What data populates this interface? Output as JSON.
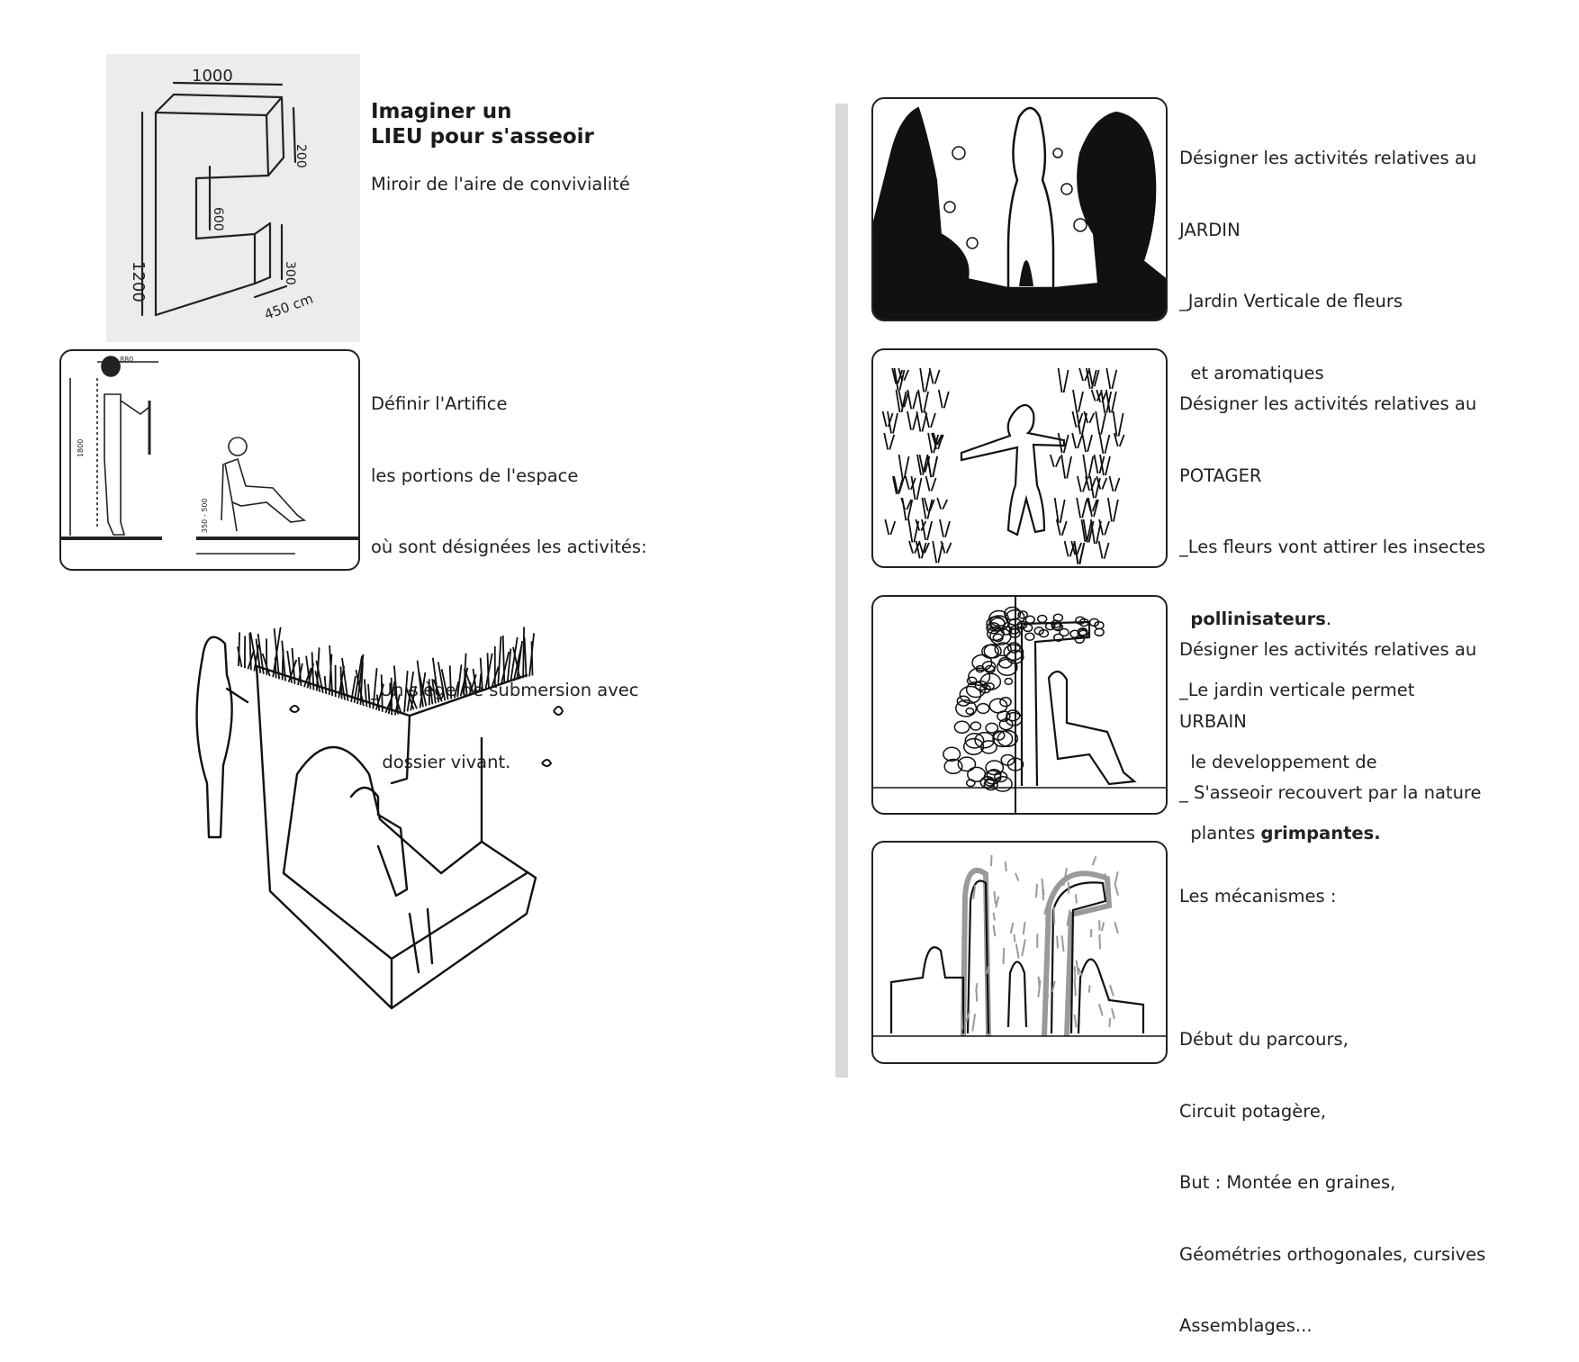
{
  "left": {
    "title_lines": [
      "Imaginer un",
      "LIEU pour s'asseoir"
    ],
    "subtitle": "Miroir de l'aire de convivialité",
    "sketch_dims": {
      "top": "1000",
      "side": "1200",
      "upper_h": "200",
      "inner_h": "600",
      "low_h": "300",
      "depth": "450 cm"
    },
    "artifice_lines": [
      "Définir l'Artifice",
      "les portions de l'espace",
      "où sont désignées les activités:",
      "",
      "_Un siège de submersion avec",
      "  dossier vivant."
    ],
    "ergonomics_dims": {
      "width": "880",
      "height": "1800",
      "seat": "350 - 500"
    }
  },
  "right": {
    "jardin_lines": [
      "Désigner les activités relatives au",
      "JARDIN",
      "_Jardin Verticale de fleurs",
      "  et aromatiques"
    ],
    "potager": {
      "l1": "Désigner les activités relatives au",
      "l2": "POTAGER",
      "l3": "_Les fleurs vont attirer les insectes",
      "l4_bold": "pollinisateurs",
      "l4_rest": ".",
      "l5": "_Le jardin verticale permet",
      "l6": "  le developpement de",
      "l7_pre": "  plantes ",
      "l7_bold": "grimpantes."
    },
    "urbain_lines": [
      "Désigner les activités relatives au",
      "URBAIN",
      "_ S'asseoir recouvert par la nature"
    ],
    "mecanismes_lines": [
      "Les mécanismes :",
      "",
      "Début du parcours,",
      "Circuit potagère,",
      "But : Montée en graines,",
      "Géométries orthogonales, cursives",
      "Assemblages..."
    ]
  },
  "colors": {
    "ink": "#111111",
    "divider": "#d9d9d9",
    "grey_plant": "#9a9a9a"
  }
}
